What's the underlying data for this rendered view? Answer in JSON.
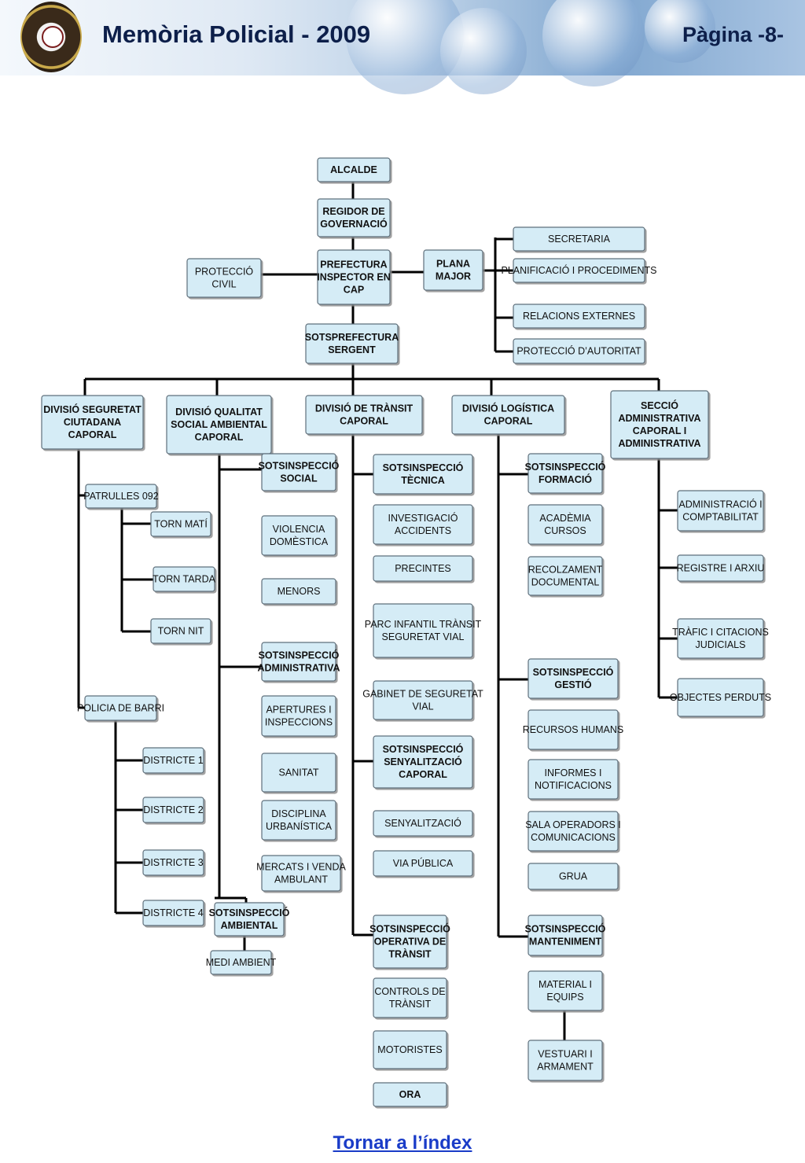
{
  "header": {
    "title": "Memòria Policial - 2009",
    "page_label": "Pàgina -8-",
    "logo_icon": "police-badge-icon"
  },
  "footer": {
    "back_link": "Tornar a l’índex"
  },
  "colors": {
    "node_fill": "#d5ecf6",
    "node_border": "#5f6f7c",
    "link": "#1a3cc8",
    "title": "#0d1f4a"
  },
  "org_chart": {
    "nodes": [
      {
        "id": "alcalde",
        "lines": [
          "ALCALDE"
        ],
        "bold": true
      },
      {
        "id": "regidor",
        "lines": [
          "REGIDOR DE",
          "GOVERNACIÓ"
        ],
        "bold": true
      },
      {
        "id": "prefectura",
        "lines": [
          "PREFECTURA",
          "INSPECTOR EN",
          "CAP"
        ],
        "bold": true
      },
      {
        "id": "proteccio_civil",
        "lines": [
          "PROTECCIÓ",
          "CIVIL"
        ],
        "bold": false
      },
      {
        "id": "plana_major",
        "lines": [
          "PLANA",
          "MAJOR"
        ],
        "bold": true
      },
      {
        "id": "secretaria",
        "lines": [
          "SECRETARIA"
        ],
        "bold": false
      },
      {
        "id": "planificacio",
        "lines": [
          "PLANIFICACIÓ I PROCEDIMENTS"
        ],
        "bold": false
      },
      {
        "id": "relacions",
        "lines": [
          "RELACIONS EXTERNES"
        ],
        "bold": false
      },
      {
        "id": "proteccio_autoritat",
        "lines": [
          "PROTECCIÓ D’AUTORITAT"
        ],
        "bold": false
      },
      {
        "id": "sotsprefectura",
        "lines": [
          "SOTSPREFECTURA",
          "SERGENT"
        ],
        "bold": true
      },
      {
        "id": "div_seguretat",
        "lines": [
          "DIVISIÓ SEGURETAT",
          "CIUTADANA",
          "CAPORAL"
        ],
        "bold": true
      },
      {
        "id": "div_qualitat",
        "lines": [
          "DIVISIÓ QUALITAT",
          "SOCIAL AMBIENTAL",
          "CAPORAL"
        ],
        "bold": true
      },
      {
        "id": "div_transit",
        "lines": [
          "DIVISIÓ DE TRÀNSIT",
          "CAPORAL"
        ],
        "bold": true
      },
      {
        "id": "div_logistica",
        "lines": [
          "DIVISIÓ LOGÍSTICA",
          "CAPORAL"
        ],
        "bold": true
      },
      {
        "id": "seccio_admin",
        "lines": [
          "SECCIÓ",
          "ADMINISTRATIVA",
          "CAPORAL I",
          "ADMINISTRATIVA"
        ],
        "bold": true
      },
      {
        "id": "patrulles",
        "lines": [
          "PATRULLES 092"
        ],
        "bold": false
      },
      {
        "id": "torn_mati",
        "lines": [
          "TORN MATÍ"
        ],
        "bold": false
      },
      {
        "id": "torn_tarda",
        "lines": [
          "TORN TARDA"
        ],
        "bold": false
      },
      {
        "id": "torn_nit",
        "lines": [
          "TORN NIT"
        ],
        "bold": false
      },
      {
        "id": "policia_barri",
        "lines": [
          "POLICIA DE BARRI"
        ],
        "bold": false
      },
      {
        "id": "districte1",
        "lines": [
          "DISTRICTE 1"
        ],
        "bold": false
      },
      {
        "id": "districte2",
        "lines": [
          "DISTRICTE 2"
        ],
        "bold": false
      },
      {
        "id": "districte3",
        "lines": [
          "DISTRICTE 3"
        ],
        "bold": false
      },
      {
        "id": "districte4",
        "lines": [
          "DISTRICTE 4"
        ],
        "bold": false
      },
      {
        "id": "sots_social",
        "lines": [
          "SOTSINSPECCIÓ",
          "SOCIAL"
        ],
        "bold": true
      },
      {
        "id": "violencia",
        "lines": [
          "VIOLENCIA",
          "DOMÈSTICA"
        ],
        "bold": false
      },
      {
        "id": "menors",
        "lines": [
          "MENORS"
        ],
        "bold": false
      },
      {
        "id": "sots_administrativa",
        "lines": [
          "SOTSINSPECCIÓ",
          "ADMINISTRATIVA"
        ],
        "bold": true
      },
      {
        "id": "apertures",
        "lines": [
          "APERTURES I",
          "INSPECCIONS"
        ],
        "bold": false
      },
      {
        "id": "sanitat",
        "lines": [
          "SANITAT"
        ],
        "bold": false
      },
      {
        "id": "disciplina",
        "lines": [
          "DISCIPLINA",
          "URBANÍSTICA"
        ],
        "bold": false
      },
      {
        "id": "mercats",
        "lines": [
          "MERCATS I VENDA",
          "AMBULANT"
        ],
        "bold": false
      },
      {
        "id": "sots_ambiental",
        "lines": [
          "SOTSINSPECCIÓ",
          "AMBIENTAL"
        ],
        "bold": true
      },
      {
        "id": "mediambient",
        "lines": [
          "MEDI AMBIENT"
        ],
        "bold": false
      },
      {
        "id": "sots_tecnica",
        "lines": [
          "SOTSINSPECCIÓ",
          "TÈCNICA"
        ],
        "bold": true
      },
      {
        "id": "investigacio",
        "lines": [
          "INVESTIGACIÓ",
          "ACCIDENTS"
        ],
        "bold": false
      },
      {
        "id": "precintes",
        "lines": [
          "PRECINTES"
        ],
        "bold": false
      },
      {
        "id": "parc_infantil",
        "lines": [
          "PARC INFANTIL TRÀNSIT",
          "SEGURETAT VIAL"
        ],
        "bold": false
      },
      {
        "id": "gabinet",
        "lines": [
          "GABINET DE SEGURETAT",
          "VIAL"
        ],
        "bold": false
      },
      {
        "id": "sots_senyalitzacio",
        "lines": [
          "SOTSINSPECCIÓ",
          "SENYALITZACIÓ",
          "CAPORAL"
        ],
        "bold": true
      },
      {
        "id": "senyalitzacio",
        "lines": [
          "SENYALITZACIÓ"
        ],
        "bold": false
      },
      {
        "id": "via_publica",
        "lines": [
          "VIA PÚBLICA"
        ],
        "bold": false
      },
      {
        "id": "sots_operativa",
        "lines": [
          "SOTSINSPECCIÓ",
          "OPERATIVA DE",
          "TRÀNSIT"
        ],
        "bold": true
      },
      {
        "id": "controls",
        "lines": [
          "CONTROLS DE",
          "TRÀNSIT"
        ],
        "bold": false
      },
      {
        "id": "motoristes",
        "lines": [
          "MOTORISTES"
        ],
        "bold": false
      },
      {
        "id": "ora",
        "lines": [
          "ORA"
        ],
        "bold": true
      },
      {
        "id": "sots_formacio",
        "lines": [
          "SOTSINSPECCIÓ",
          "FORMACIÓ"
        ],
        "bold": true
      },
      {
        "id": "academia",
        "lines": [
          "ACADÈMIA",
          "CURSOS"
        ],
        "bold": false
      },
      {
        "id": "recolzament",
        "lines": [
          "RECOLZAMENT",
          "DOCUMENTAL"
        ],
        "bold": false
      },
      {
        "id": "sots_gestio",
        "lines": [
          "SOTSINSPECCIÓ",
          "GESTIÓ"
        ],
        "bold": true
      },
      {
        "id": "recursos",
        "lines": [
          "RECURSOS HUMANS"
        ],
        "bold": false
      },
      {
        "id": "informes",
        "lines": [
          "INFORMES I",
          "NOTIFICACIONS"
        ],
        "bold": false
      },
      {
        "id": "sala_operadors",
        "lines": [
          "SALA OPERADORS I",
          "COMUNICACIONS"
        ],
        "bold": false
      },
      {
        "id": "grua",
        "lines": [
          "GRUA"
        ],
        "bold": false
      },
      {
        "id": "sots_manteniment",
        "lines": [
          "SOTSINSPECCIÓ",
          "MANTENIMENT"
        ],
        "bold": true
      },
      {
        "id": "material",
        "lines": [
          "MATERIAL I",
          "EQUIPS"
        ],
        "bold": false
      },
      {
        "id": "vestuari",
        "lines": [
          "VESTUARI I",
          "ARMAMENT"
        ],
        "bold": false
      },
      {
        "id": "administracio",
        "lines": [
          "ADMINISTRACIÓ I",
          "COMPTABILITAT"
        ],
        "bold": false
      },
      {
        "id": "registre",
        "lines": [
          "REGISTRE I ARXIU"
        ],
        "bold": false
      },
      {
        "id": "transit_citacions",
        "lines": [
          "TRÀFIC I CITACIONS",
          "JUDICIALS"
        ],
        "bold": false
      },
      {
        "id": "objectes",
        "lines": [
          "OBJECTES PERDUTS"
        ],
        "bold": false
      }
    ]
  }
}
